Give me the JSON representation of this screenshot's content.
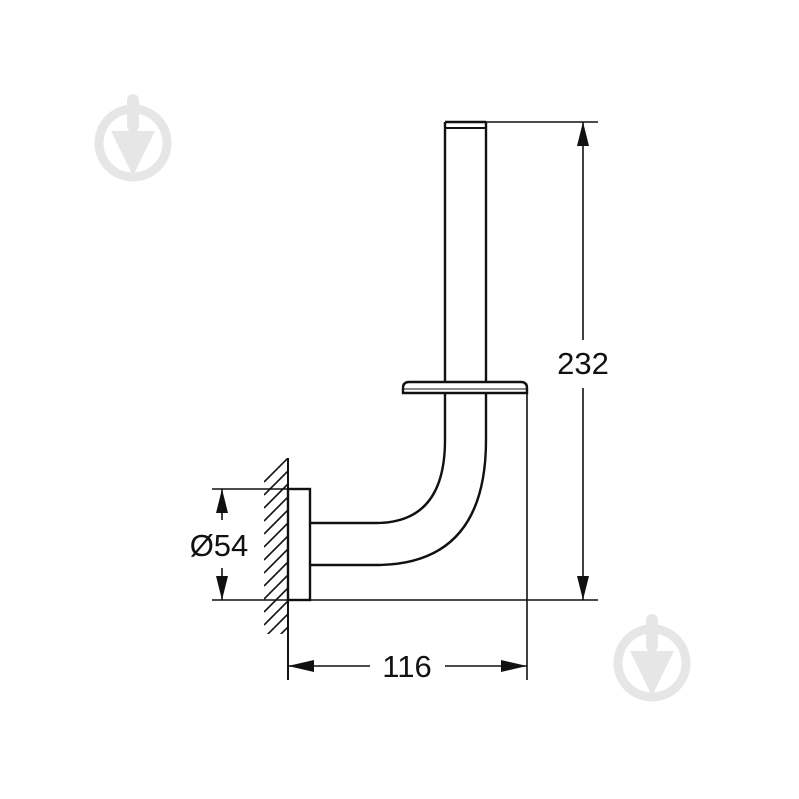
{
  "drawing": {
    "type": "technical-dimension-drawing",
    "subject": "spare toilet paper roll holder, side view",
    "dimensions": {
      "height": {
        "label": "232",
        "orientation": "vertical"
      },
      "projection": {
        "label": "116",
        "orientation": "horizontal"
      },
      "rosette_diameter": {
        "label": "Ø54",
        "orientation": "vertical"
      }
    },
    "colors": {
      "line": "#111111",
      "background": "#ffffff",
      "watermark": "#e6e6e6"
    }
  },
  "watermarks": [
    {
      "name": "watermark-logo-top-left",
      "icon": "trowel-in-circle-icon"
    },
    {
      "name": "watermark-logo-bottom-right",
      "icon": "trowel-in-circle-icon"
    }
  ]
}
